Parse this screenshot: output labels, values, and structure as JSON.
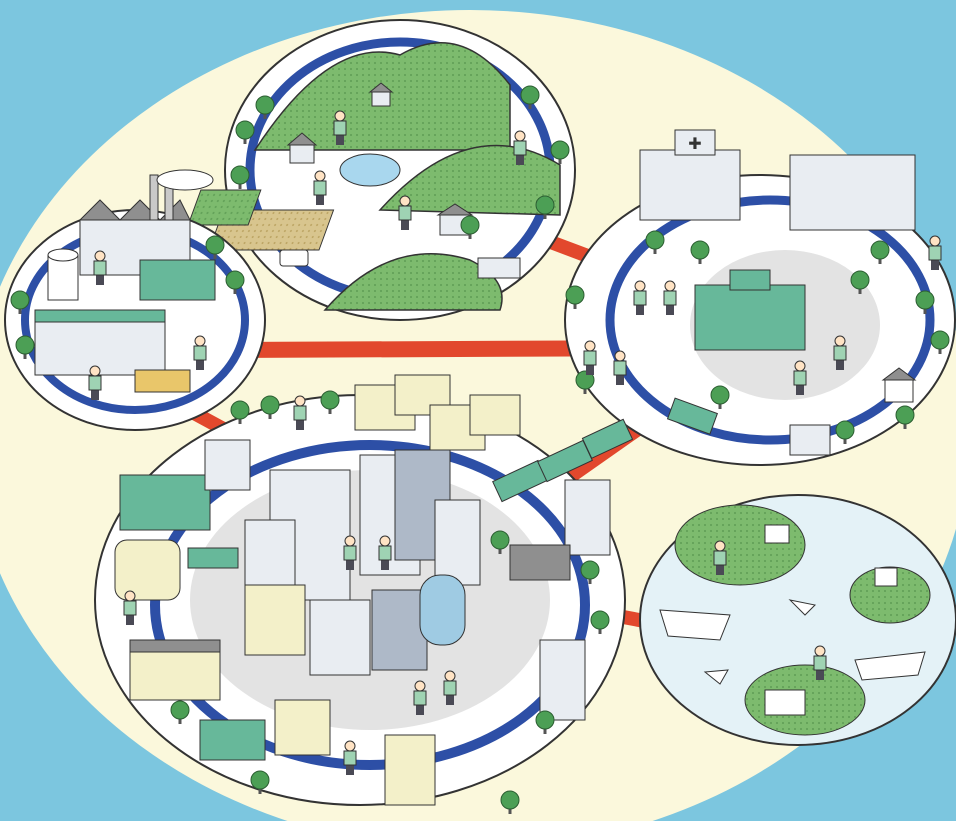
{
  "illustration": {
    "zones": [
      {
        "id": "rural-hills",
        "kind": "rural village with farms, hills and a pond"
      },
      {
        "id": "industrial",
        "kind": "factory and logistics district"
      },
      {
        "id": "residential-north",
        "kind": "hospital, school and housing district"
      },
      {
        "id": "city-center",
        "kind": "central downtown with high-rise buildings"
      },
      {
        "id": "islands",
        "kind": "island communities connected by ferry"
      }
    ],
    "links": [
      {
        "from": "industrial",
        "to": "residential-north",
        "mode": "bus"
      },
      {
        "from": "industrial",
        "to": "city-center",
        "mode": "rail"
      },
      {
        "from": "city-center",
        "to": "residential-north",
        "mode": "train"
      },
      {
        "from": "rural-hills",
        "to": "residential-north",
        "mode": "car"
      },
      {
        "from": "city-center",
        "to": "islands",
        "mode": "ferry"
      }
    ],
    "colors": {
      "sea": "#7cc6df",
      "land": "#fbf8dc",
      "zone_fill": "#ffffff",
      "ring_road": "#2d4fa6",
      "connector": "#e2482d",
      "hill": "#7dbb6e",
      "building": "#e9edf2",
      "building_shade": "#aeb9c8",
      "teal_building": "#67b89a",
      "tree": "#4c9f55"
    }
  }
}
